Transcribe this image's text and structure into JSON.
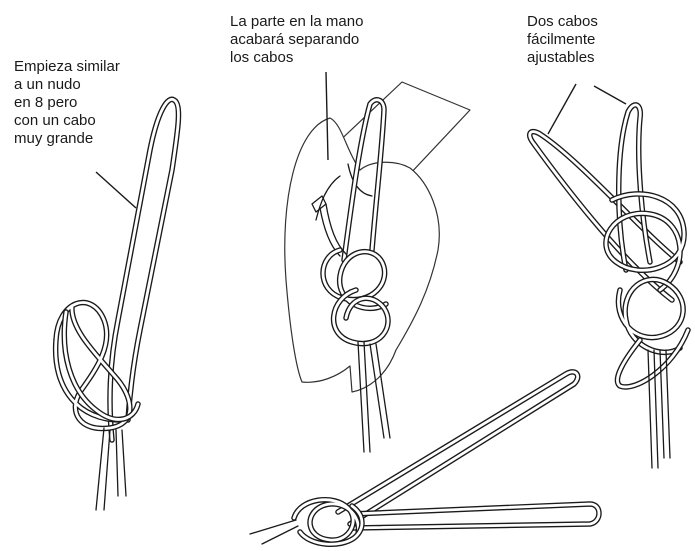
{
  "figure": {
    "annotations": {
      "step1": "Empieza similar\na un nudo\nen 8 pero\ncon un cabo\nmuy grande",
      "step2": "La parte en la mano\nacabará separando\nlos cabos",
      "step3": "Dos cabos\nfácilmente\najustables"
    },
    "style": {
      "background": "#ffffff",
      "ink": "#1a1a1a",
      "rope_fill": "#ffffff",
      "hand_ink": "#333333"
    }
  }
}
